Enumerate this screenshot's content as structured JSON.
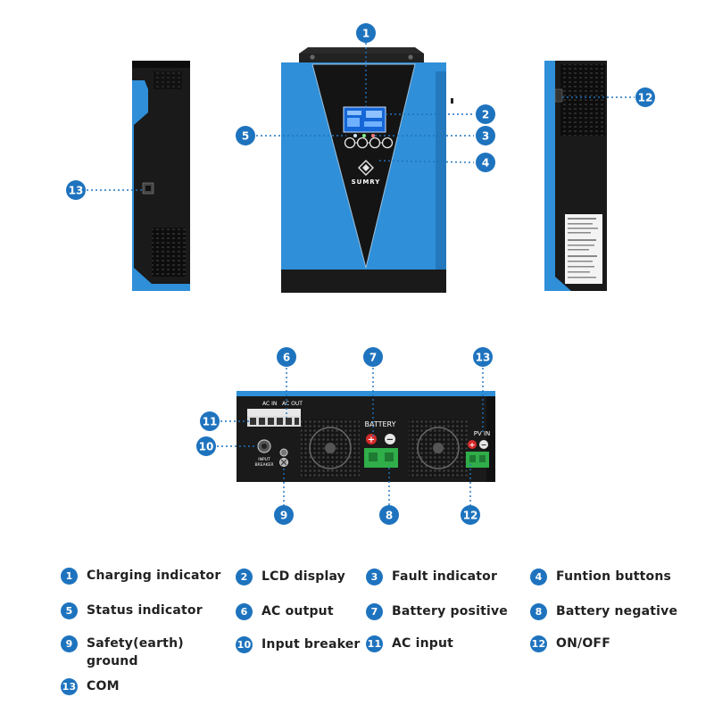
{
  "colors": {
    "accent": "#1e73be",
    "device_blue": "#2f8fd8",
    "device_black": "#1b1b1b"
  },
  "product": {
    "brand": "SUMRY",
    "back_panel": {
      "ac_in_label": "AC IN",
      "ac_out_label": "AC OUT",
      "battery_label": "BATTERY",
      "pv_label": "PV IN",
      "breaker_label": "INPUT\nBREAKER"
    }
  },
  "callouts": [
    "1",
    "2",
    "3",
    "4",
    "5",
    "6",
    "7",
    "8",
    "9",
    "10",
    "11",
    "12",
    "13"
  ],
  "legend": [
    {
      "num": "1",
      "label": "Charging indicator"
    },
    {
      "num": "2",
      "label": "LCD display"
    },
    {
      "num": "3",
      "label": "Fault indicator"
    },
    {
      "num": "4",
      "label": "Funtion buttons"
    },
    {
      "num": "5",
      "label": "Status indicator"
    },
    {
      "num": "6",
      "label": "AC output"
    },
    {
      "num": "7",
      "label": "Battery positive"
    },
    {
      "num": "8",
      "label": "Battery negative"
    },
    {
      "num": "9",
      "label": "Safety(earth)\nground"
    },
    {
      "num": "10",
      "label": "Input breaker"
    },
    {
      "num": "11",
      "label": "AC input"
    },
    {
      "num": "12",
      "label": "ON/OFF"
    },
    {
      "num": "13",
      "label": "COM"
    }
  ]
}
